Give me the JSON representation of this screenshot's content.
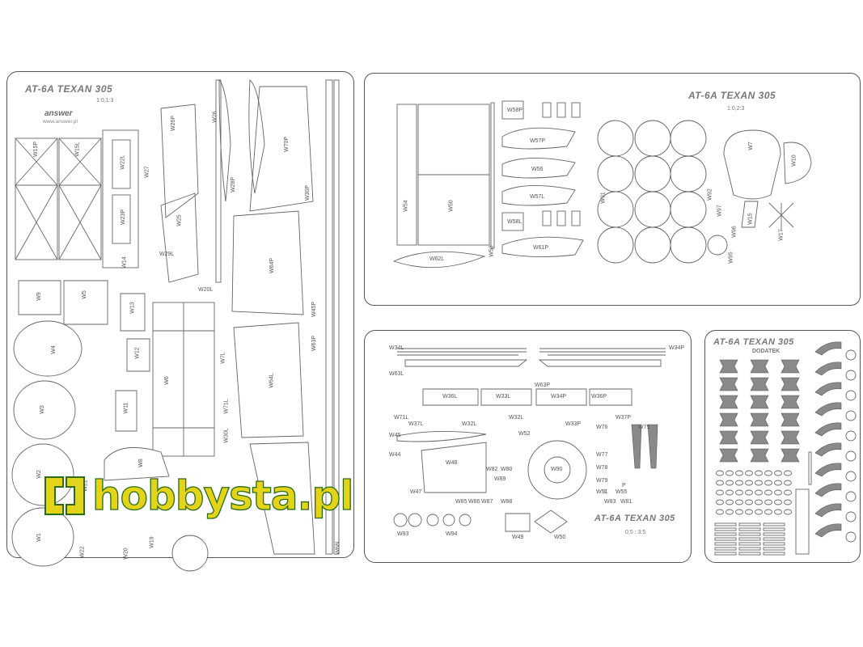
{
  "sheet_a": {
    "title": "AT-6A TEXAN 305",
    "scale": "1:0,1:3",
    "brand": "answer",
    "url": "www.answer.pl",
    "labels": [
      "W15P",
      "W15L",
      "W22L",
      "W23P",
      "W27",
      "W14",
      "W26P",
      "W26",
      "W25",
      "W28P",
      "W30P",
      "W5",
      "W9",
      "W13",
      "W4",
      "W12",
      "W3",
      "W6",
      "W11",
      "W2",
      "W21",
      "W8",
      "W1",
      "W22",
      "W20",
      "W19",
      "W7L",
      "W20L",
      "W29L",
      "W71L",
      "W30L",
      "W64P",
      "W64L",
      "W70P",
      "W45P",
      "W63P",
      "W68L"
    ]
  },
  "sheet_b": {
    "title": "AT-6A TEXAN 305",
    "scale": "1:0,2:3",
    "labels": [
      "W58P",
      "W57P",
      "W56",
      "W57L",
      "W58L",
      "W61P",
      "W62L",
      "W54",
      "W50",
      "W53",
      "W91",
      "W92",
      "W97",
      "W96",
      "W95",
      "W7",
      "W10",
      "W15",
      "W17"
    ]
  },
  "sheet_c": {
    "title": "AT-6A TEXAN 305",
    "scale": "0,5 : 3:5",
    "labels": [
      "W34L",
      "W34P",
      "W63L",
      "W63P",
      "W36L",
      "W36P",
      "W33L",
      "W32L",
      "W34P",
      "W32L",
      "W71L",
      "W37L",
      "W33P",
      "W37P",
      "W45",
      "W48",
      "W52",
      "W44",
      "W90",
      "W47",
      "W82",
      "W80",
      "W79",
      "W78",
      "W77",
      "W76",
      "W75",
      "W81",
      "W83",
      "W93",
      "W94",
      "W85",
      "W86",
      "W87",
      "W88",
      "W89",
      "W49",
      "W50",
      "W51",
      "W55"
    ],
    "extra_text": [
      "L",
      "P"
    ]
  },
  "sheet_d": {
    "title": "AT-6A TEXAN 305",
    "subtitle": "DODATEK"
  },
  "watermark": {
    "text": "hobbysta.pl",
    "primary_color": "#e3d319",
    "outline_color": "#2a6b16"
  }
}
